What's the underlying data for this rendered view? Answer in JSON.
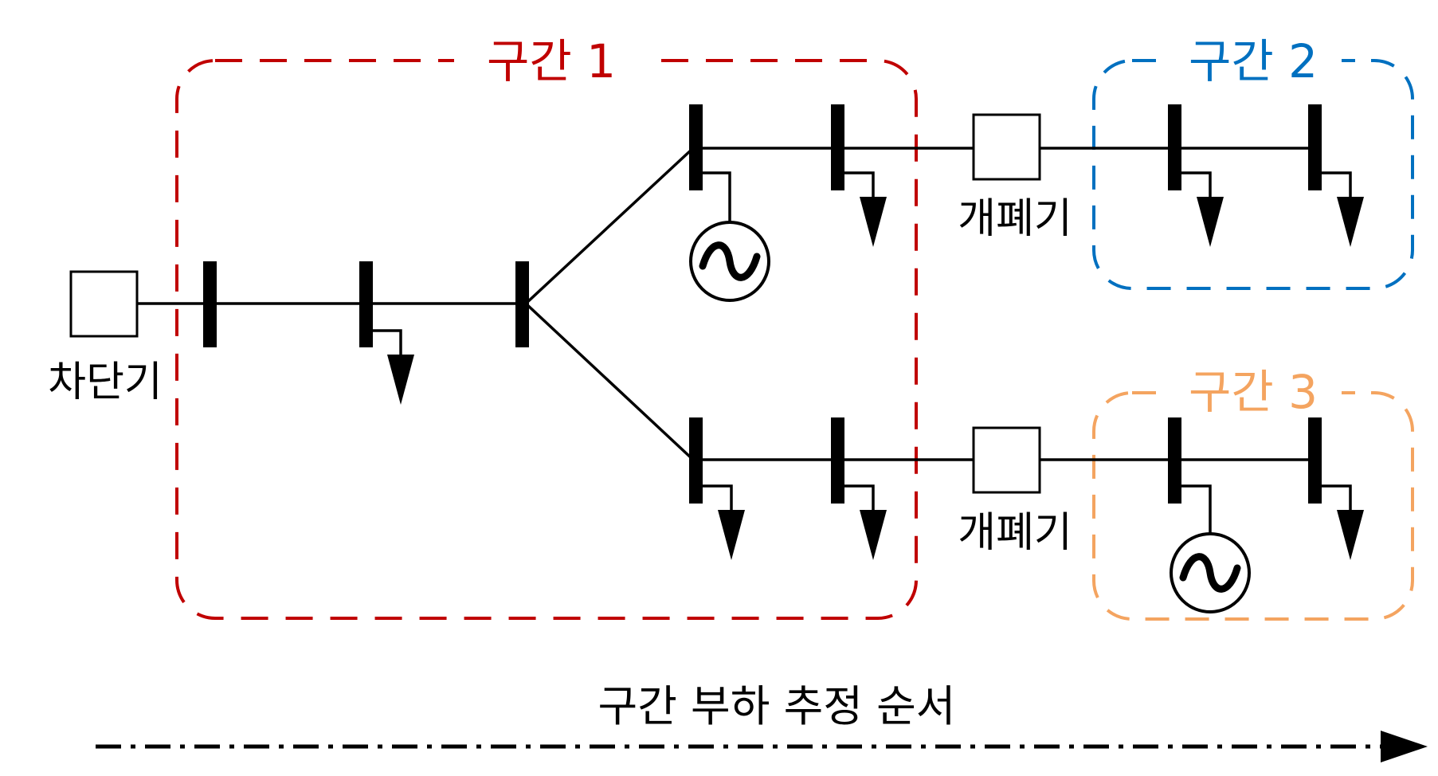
{
  "zones": [
    {
      "title": "구간 1",
      "color": "#c00000"
    },
    {
      "title": "구간 2",
      "color": "#0070c0"
    },
    {
      "title": "구간 3",
      "color": "#f4a460"
    }
  ],
  "labels": {
    "breaker": "차단기",
    "switch_upper": "개폐기",
    "switch_lower": "개폐기",
    "sequence": "구간 부하 추정 순서"
  },
  "icons": {
    "generator": "ac-source-icon",
    "load": "load-arrow-icon",
    "breaker": "breaker-box-icon",
    "switch": "switch-box-icon"
  },
  "colors": {
    "line": "#000000",
    "background": "#ffffff"
  }
}
